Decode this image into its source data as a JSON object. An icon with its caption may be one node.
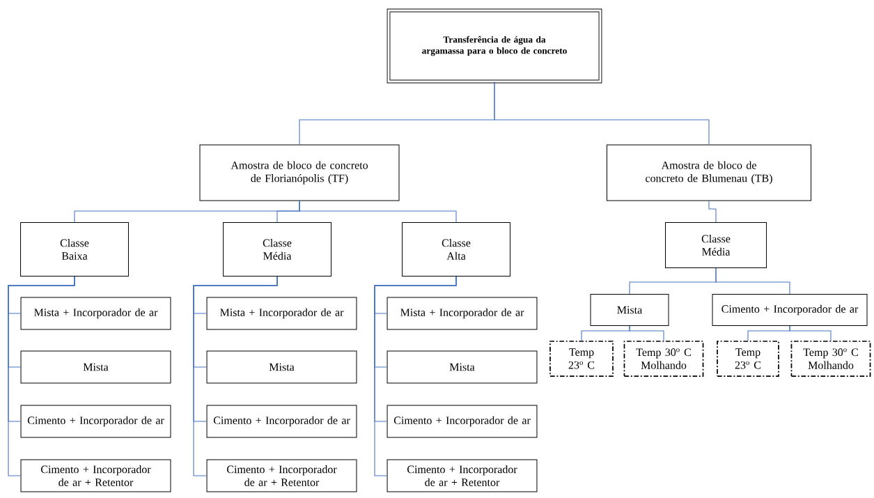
{
  "diagram": {
    "nodes": [
      {
        "text": [
          "Transferência de água da argamassa para o bloco de concreto"
        ]
      },
      {
        "text": [
          "Amostra de bloco de concreto de Florianópolis (TF)"
        ]
      },
      {
        "text": [
          "Amostra de bloco de concreto de Blumenau (TB)"
        ]
      },
      {
        "text": [
          "Classe Baixa"
        ]
      },
      {
        "text": [
          "Classe Média"
        ]
      },
      {
        "text": [
          "Classe Alta"
        ]
      },
      {
        "text": [
          "Mista + Incorporador de ar"
        ]
      },
      {
        "text": [
          "Mista"
        ]
      },
      {
        "text": [
          "Cimento + Incorporador de ar"
        ]
      },
      {
        "text": [
          "Cimento + Incorporador de ar + Retentor"
        ]
      },
      {
        "text": [
          "Mista + Incorporador de ar"
        ]
      },
      {
        "text": [
          "Mista"
        ]
      },
      {
        "text": [
          "Cimento + Incorporador de ar"
        ]
      },
      {
        "text": [
          "Cimento + Incorporador de ar + Retentor"
        ]
      },
      {
        "text": [
          "Mista + Incorporador de ar"
        ]
      },
      {
        "text": [
          "Mista"
        ]
      },
      {
        "text": [
          "Cimento + Incorporador de ar"
        ]
      },
      {
        "text": [
          "Cimento + Incorporador de ar + Retentor"
        ]
      },
      {
        "text": [
          "Classe Média"
        ]
      },
      {
        "text": [
          "Mista"
        ]
      },
      {
        "text": [
          "Cimento + Incorporador de ar"
        ]
      },
      {
        "text": [
          "Temp 23$^{o}$ C"
        ]
      },
      {
        "text": [
          "Temp 30$^{o}$ C Molhando"
        ]
      },
      {
        "text": [
          "Temp 23$^{o}$ C"
        ]
      },
      {
        "text": [
          "Temp 30$^{o}$ C Molhando"
        ]
      }
    ],
    "edges": [
      {
        "from": 0,
        "to": 1,
        "arrow": "none"
      },
      {
        "from": 0,
        "to": 2,
        "arrow": "none"
      },
      {
        "from": 1,
        "to": 3,
        "arrow": "none"
      },
      {
        "from": 1,
        "to": 4,
        "arrow": "none"
      },
      {
        "from": 1,
        "to": 5,
        "arrow": "none"
      },
      {
        "from": 3,
        "to": 6,
        "arrow": "none"
      },
      {
        "from": 3,
        "to": 7,
        "arrow": "none"
      },
      {
        "from": 3,
        "to": 8,
        "arrow": "none"
      },
      {
        "from": 3,
        "to": 9,
        "arrow": "none"
      },
      {
        "from": 4,
        "to": 10,
        "arrow": "none"
      },
      {
        "from": 4,
        "to": 11,
        "arrow": "none"
      },
      {
        "from": 4,
        "to": 12,
        "arrow": "none"
      },
      {
        "from": 4,
        "to": 13,
        "arrow": "none"
      },
      {
        "from": 5,
        "to": 14,
        "arrow": "none"
      },
      {
        "from": 5,
        "to": 15,
        "arrow": "none"
      },
      {
        "from": 5,
        "to": 16,
        "arrow": "none"
      },
      {
        "from": 5,
        "to": 17,
        "arrow": "none"
      },
      {
        "from": 2,
        "to": 18,
        "arrow": "none"
      },
      {
        "from": 18,
        "to": 19,
        "arrow": "none"
      },
      {
        "from": 18,
        "to": 20,
        "arrow": "none"
      },
      {
        "from": 19,
        "to": 21,
        "arrow": "none"
      },
      {
        "from": 19,
        "to": 22,
        "arrow": "none"
      },
      {
        "from": 20,
        "to": 23,
        "arrow": "none"
      },
      {
        "from": 20,
        "to": 24,
        "arrow": "none"
      }
    ]
  }
}
